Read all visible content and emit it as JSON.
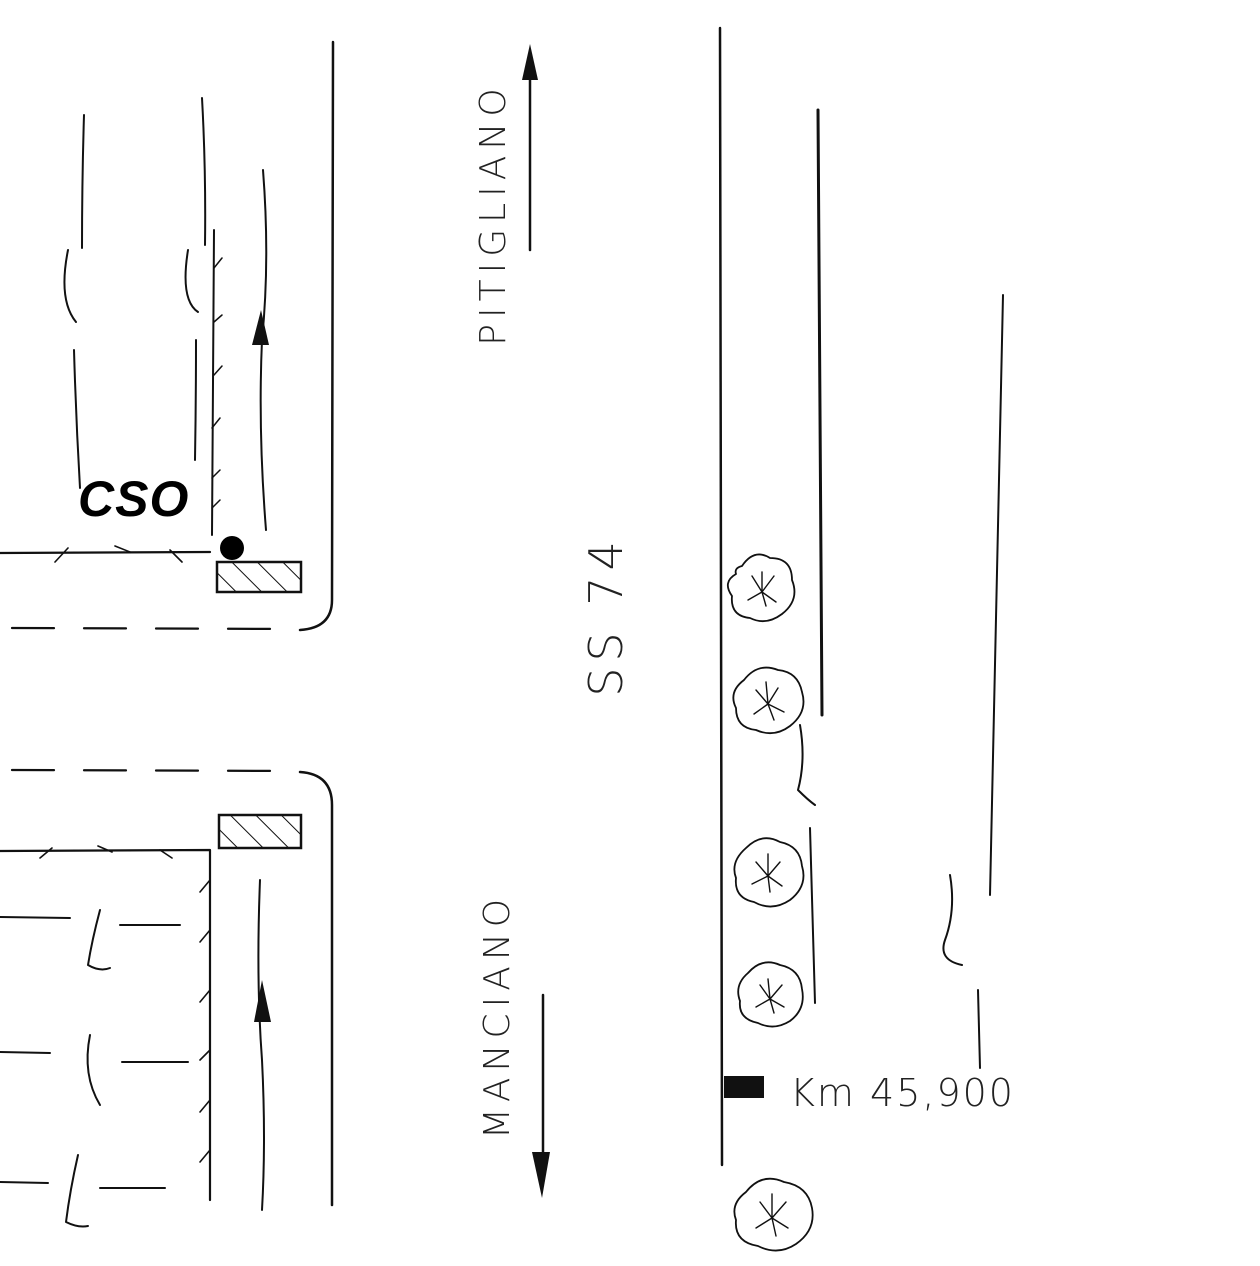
{
  "labels": {
    "pitigliano": "PITIGLIANO",
    "manciano": "MANCIANO",
    "road": "SS 74",
    "km_marker": "Km 45,900",
    "cso": "CSO"
  },
  "colors": {
    "ink": "#111111",
    "background": "#ffffff",
    "cso_text": "#000000"
  }
}
